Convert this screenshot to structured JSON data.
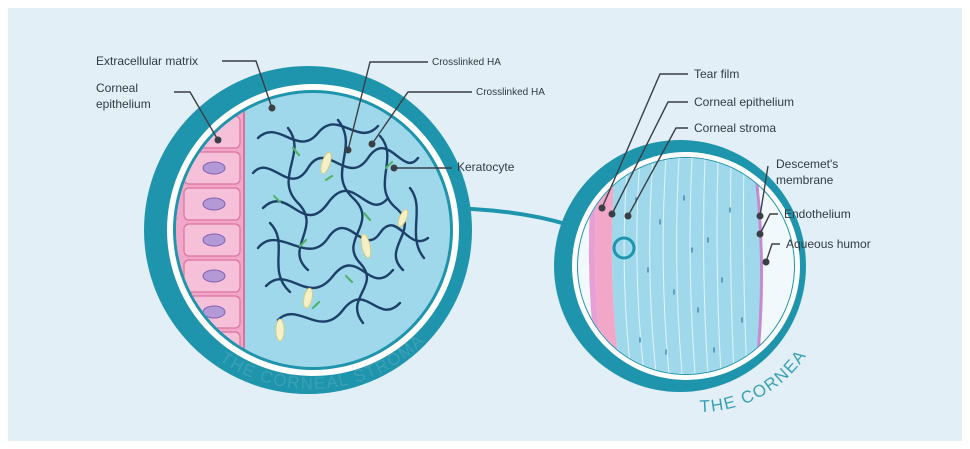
{
  "colors": {
    "background": "#e3eff6",
    "ring": "#1f95ad",
    "stroma": "#9fd8ea",
    "epithelium": "#f2a6c8",
    "fiber": "#1d3f6a",
    "title": "#3aa0b4"
  },
  "stroma_view": {
    "title": "THE CORNEAL STROMA",
    "labels": {
      "extracellular_matrix": "Extracellular matrix",
      "corneal_epithelium_1": "Corneal",
      "corneal_epithelium_2": "epithelium",
      "crosslinked_ha_1": "Crosslinked HA",
      "crosslinked_ha_2": "Crosslinked HA",
      "keratocyte": "Keratocyte"
    }
  },
  "cornea_view": {
    "title": "THE CORNEA",
    "labels": {
      "tear_film": "Tear film",
      "corneal_epithelium": "Corneal epithelium",
      "corneal_stroma": "Corneal stroma",
      "descemets_1": "Descemet's",
      "descemets_2": "membrane",
      "endothelium": "Endothelium",
      "aqueous_humor": "Aqueous humor"
    }
  }
}
